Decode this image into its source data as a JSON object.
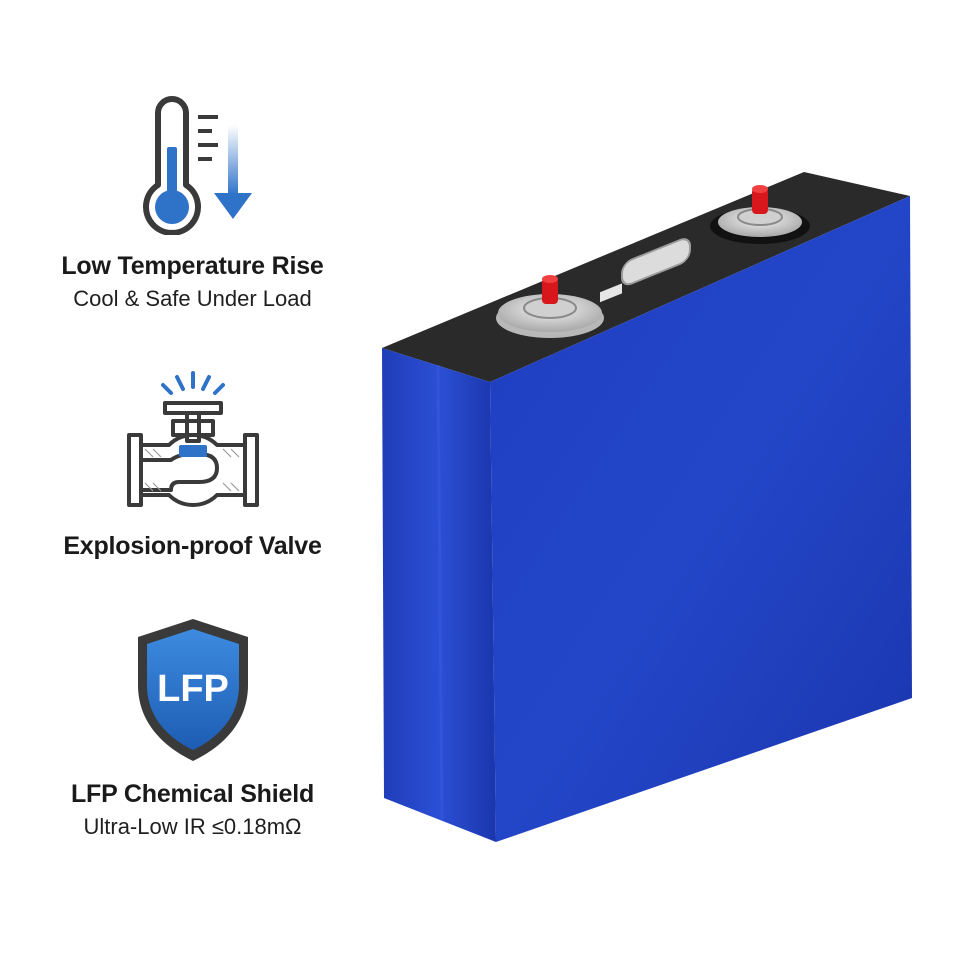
{
  "features": [
    {
      "title": "Low Temperature Rise",
      "subtitle": "Cool & Safe Under Load",
      "icon": "thermometer-down-icon"
    },
    {
      "title": "Explosion-proof Valve",
      "subtitle": "",
      "icon": "valve-icon"
    },
    {
      "title": "LFP Chemical Shield",
      "subtitle": "Ultra-Low IR ≤0.18mΩ",
      "icon": "lfp-shield-icon",
      "icon_text": "LFP"
    }
  ],
  "colors": {
    "accent_blue": "#2f73c9",
    "icon_dark": "#3a3a3a",
    "battery_blue": "#2346c8",
    "battery_top": "#2a2a2a",
    "terminal_red": "#d8171c"
  }
}
